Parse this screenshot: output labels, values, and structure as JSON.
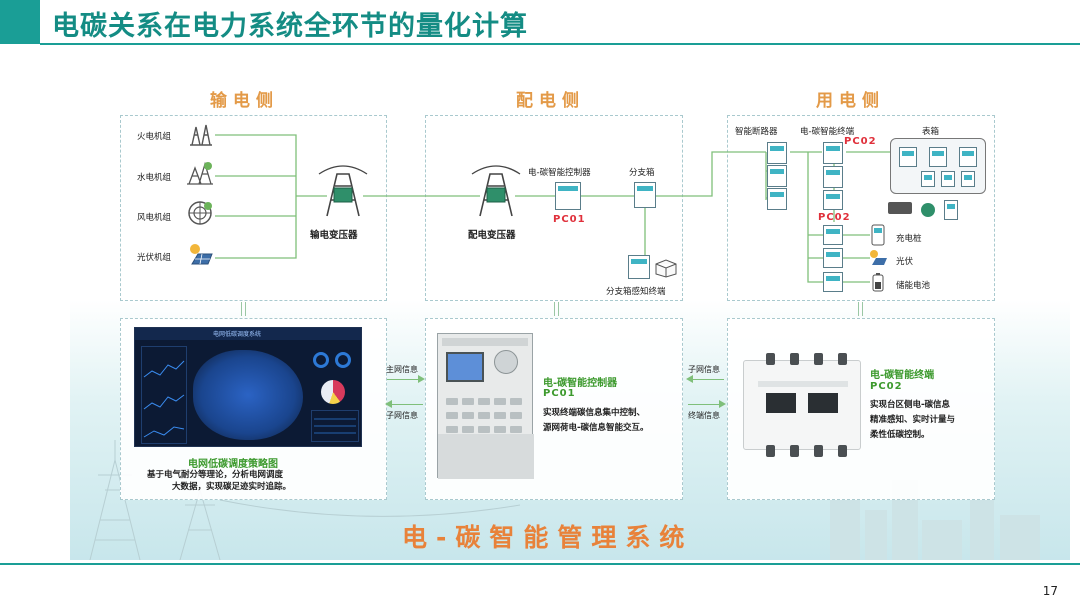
{
  "header": {
    "title": "电碳关系在电力系统全环节的量化计算"
  },
  "page_number": "17",
  "sections": {
    "transmission": {
      "label": "输电侧",
      "generators": [
        "火电机组",
        "水电机组",
        "风电机组",
        "光伏机组"
      ],
      "transformer": "输电变压器"
    },
    "distribution": {
      "label": "配电侧",
      "transformer": "配电变压器",
      "controller": "电-碳智能控制器",
      "controller_code": "PC01",
      "branch_box": "分支箱",
      "branch_terminal": "分支箱感知终端"
    },
    "consumption": {
      "label": "用电侧",
      "breaker": "智能断路器",
      "terminal": "电-碳智能终端",
      "terminal_code_top": "PC02",
      "terminal_code_mid": "PC02",
      "meter_box": "表箱",
      "loads": [
        "充电桩",
        "光伏",
        "储能电池"
      ]
    }
  },
  "lower": {
    "strategy": {
      "screen_title": "电网低碳调度系统",
      "caption": "电网低碳调度策略图",
      "desc_line1": "基于电气耐分等理论，分析电网调度",
      "desc_line2": "大数据，实现碳足迹实时追踪。"
    },
    "arrow_main_info": "主网信息",
    "arrow_substation_info": "子网信息",
    "controller": {
      "title": "电-碳智能控制器",
      "code": "PC01",
      "desc_line1": "实现终端碳信息集中控制、",
      "desc_line2": "源网荷电-碳信息智能交互。"
    },
    "arrow_sub_info": "子网信息",
    "arrow_terminal_info": "终端信息",
    "terminal": {
      "title": "电-碳智能终端",
      "code": "PC02",
      "desc_line1": "实现台区侧电-碳信息",
      "desc_line2": "精准感知、实时计量与",
      "desc_line3": "柔性低碳控制。"
    }
  },
  "system_name": "电-碳智能管理系统",
  "colors": {
    "accent": "#1a9e96",
    "section_label": "#e39a48",
    "code_red": "#e0303b",
    "green_title": "#3d9a2e",
    "line_green": "#7fbf7a"
  }
}
